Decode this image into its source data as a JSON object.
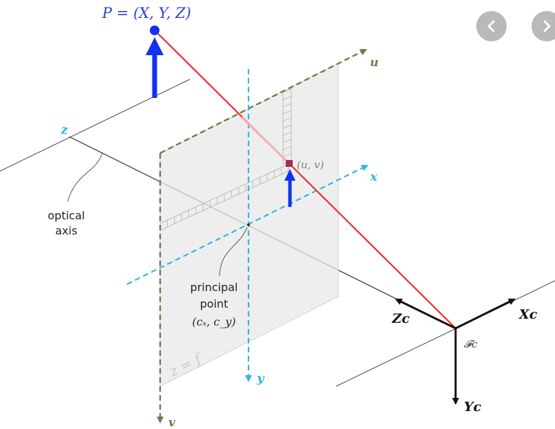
{
  "labels": {
    "point_P": "P = (X, Y, Z)",
    "axis_u": "u",
    "axis_v": "v",
    "axis_x": "x",
    "axis_y": "y",
    "axis_z": "z",
    "image_point": "(u, v)",
    "optical_axis_line1": "optical",
    "optical_axis_line2": "axis",
    "principal_line1": "principal",
    "principal_line2": "point",
    "principal_line3": "(cₓ, c_y)",
    "focal_plane": "z = f",
    "camera_frame": "𝓕c",
    "camera_X": "Xc",
    "camera_Y": "Yc",
    "camera_Z": "Zc"
  },
  "colors": {
    "projection_ray": "#ef2b2b",
    "image_axes": "#3ab4e0",
    "uv_axes": "#7a7448",
    "height_arrow": "#1232f0",
    "camera_axes": "#111111",
    "plane_fill": "#e8e8e8"
  },
  "nav": {
    "prev_icon": "chevron-left-icon",
    "next_icon": "chevron-right-icon"
  }
}
